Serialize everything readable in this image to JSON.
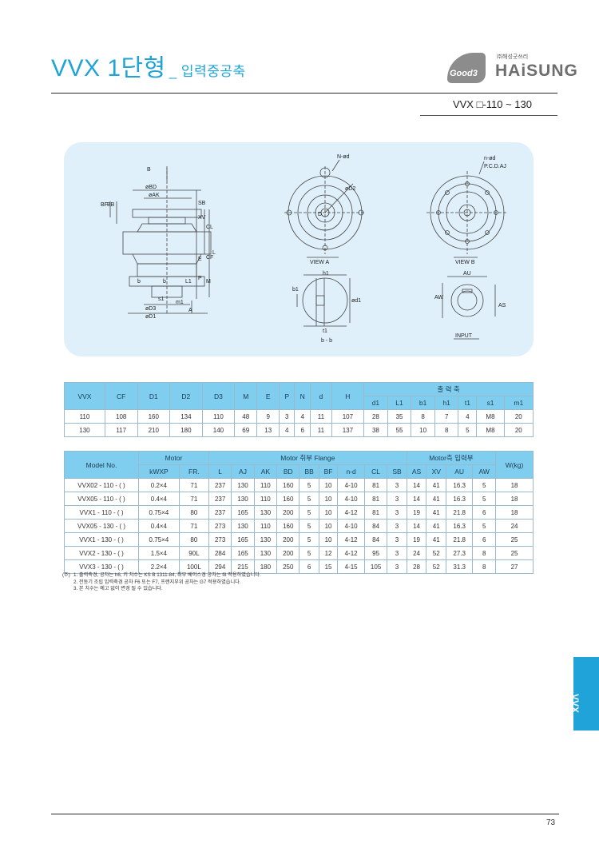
{
  "header": {
    "title_main": "VVX 1단형",
    "title_sub": "_ 입력중공축",
    "range": "VVX □-110 ~ 130"
  },
  "logo": {
    "corp": "㈜해성굿쓰리",
    "mark": "Good3",
    "brand": "HAiSUNG"
  },
  "drawing": {
    "labels": {
      "b_arrow": "B",
      "bd": "øBD",
      "ak": "øAK",
      "bf": "BF",
      "bb": "BB",
      "sb": "SB",
      "xv": "XV",
      "cl": "CL",
      "l": "L",
      "cf": "CF",
      "e": "E",
      "l1": "L1",
      "p": "P",
      "m": "M",
      "b_sec1": "b",
      "b_sec2": "b",
      "s1": "s1",
      "m1": "m1",
      "d3": "øD3",
      "d1": "øD1",
      "a_arrow": "A",
      "n_d": "N-ød",
      "d2": "øD2",
      "d_center": "D",
      "view_a": "VIEW A",
      "n_d_b": "n-ød",
      "pcd": "P.C.D.AJ",
      "view_b": "VIEW B",
      "h1": "h1",
      "b1": "b1",
      "od1": "ød1",
      "t1": "t1",
      "bb_sec": "b - b",
      "au": "AU",
      "aw": "AW",
      "as": "AS",
      "input": "INPUT"
    }
  },
  "table1": {
    "headers": [
      "VVX",
      "CF",
      "D1",
      "D2",
      "D3",
      "M",
      "E",
      "P",
      "N",
      "d",
      "H"
    ],
    "group_header": "출 력 축",
    "sub_headers": [
      "d1",
      "L1",
      "b1",
      "h1",
      "t1",
      "s1",
      "m1"
    ],
    "rows": [
      [
        "110",
        "108",
        "160",
        "134",
        "110",
        "48",
        "9",
        "3",
        "4",
        "11",
        "107",
        "28",
        "35",
        "8",
        "7",
        "4",
        "M8",
        "20"
      ],
      [
        "130",
        "117",
        "210",
        "180",
        "140",
        "69",
        "13",
        "4",
        "6",
        "11",
        "137",
        "38",
        "55",
        "10",
        "8",
        "5",
        "M8",
        "20"
      ]
    ]
  },
  "table2": {
    "model_header": "Model No.",
    "motor_group": "Motor",
    "motor_sub": [
      "kWXP",
      "FR."
    ],
    "flange_group": "Motor 취부 Flange",
    "flange_sub": [
      "L",
      "AJ",
      "AK",
      "BD",
      "BB",
      "BF",
      "n-d",
      "CL",
      "SB"
    ],
    "input_group": "Motor측 입력부",
    "input_sub": [
      "AS",
      "XV",
      "AU",
      "AW"
    ],
    "weight_header": "W(kg)",
    "rows": [
      [
        "VVX02 - 110 - (   )",
        "0.2×4",
        "71",
        "237",
        "130",
        "110",
        "160",
        "5",
        "10",
        "4-10",
        "81",
        "3",
        "14",
        "41",
        "16.3",
        "5",
        "18"
      ],
      [
        "VVX05 - 110 - (   )",
        "0.4×4",
        "71",
        "237",
        "130",
        "110",
        "160",
        "5",
        "10",
        "4-10",
        "81",
        "3",
        "14",
        "41",
        "16.3",
        "5",
        "18"
      ],
      [
        "VVX1   - 110 - (   )",
        "0.75×4",
        "80",
        "237",
        "165",
        "130",
        "200",
        "5",
        "10",
        "4-12",
        "81",
        "3",
        "19",
        "41",
        "21.8",
        "6",
        "18"
      ],
      [
        "VVX05 - 130 - (   )",
        "0.4×4",
        "71",
        "273",
        "130",
        "110",
        "160",
        "5",
        "10",
        "4-10",
        "84",
        "3",
        "14",
        "41",
        "16.3",
        "5",
        "24"
      ],
      [
        "VVX1   - 130 - (   )",
        "0.75×4",
        "80",
        "273",
        "165",
        "130",
        "200",
        "5",
        "10",
        "4-12",
        "84",
        "3",
        "19",
        "41",
        "21.8",
        "6",
        "25"
      ],
      [
        "VVX2   - 130 - (   )",
        "1.5×4",
        "90L",
        "284",
        "165",
        "130",
        "200",
        "5",
        "12",
        "4-12",
        "95",
        "3",
        "24",
        "52",
        "27.3",
        "8",
        "25"
      ],
      [
        "VVX3   - 130 - (   )",
        "2.2×4",
        "100L",
        "294",
        "215",
        "180",
        "250",
        "6",
        "15",
        "4-15",
        "105",
        "3",
        "28",
        "52",
        "31.3",
        "8",
        "27"
      ]
    ]
  },
  "notes": {
    "prefix": "(주)",
    "line1": "1. 출력축경, 공차는 h6, 키 치수는 KS B 1311-84, 취부 베이스경 공차는 f8 적용하였습니다.",
    "line2": "2. 전동기 조립 입력축경 공차 F6 또는 F7, 프랜지부위 공차는 G7 적용하였습니다.",
    "line3": "3. 본 치수는 예고 없이 변경 될 수 있습니다."
  },
  "side_tab": "VVX",
  "page_number": "73",
  "colors": {
    "accent": "#1fa3d8",
    "panel": "#dff0fa",
    "table_header": "#7fcdef"
  }
}
